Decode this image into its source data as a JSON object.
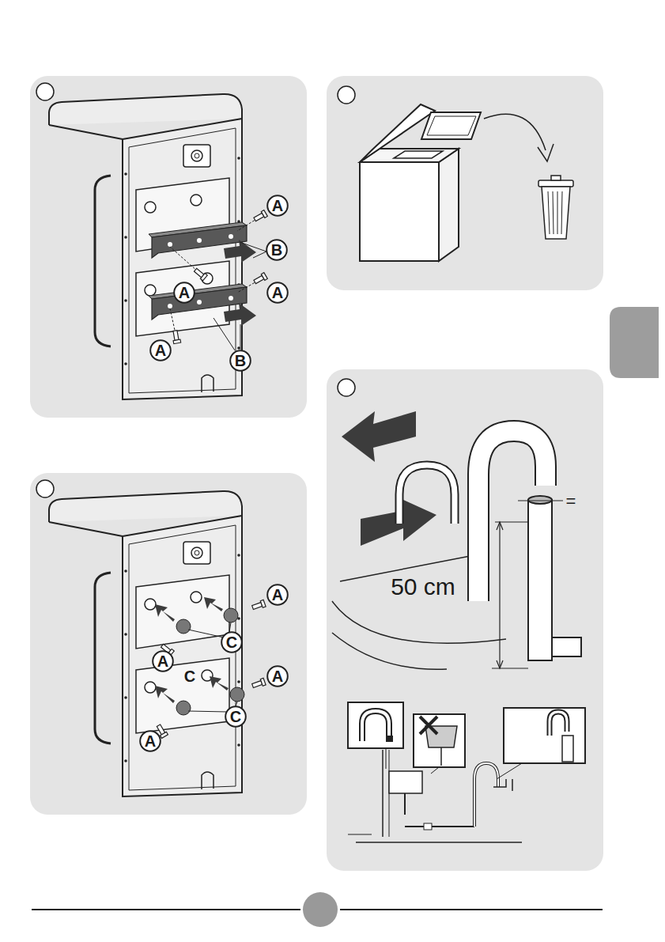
{
  "diagram": {
    "nodes": [
      {
        "text": [
          "A"
        ]
      },
      {
        "text": [
          "B"
        ]
      },
      {
        "text": [
          "A"
        ]
      },
      {
        "text": [
          "A"
        ]
      },
      {
        "text": [
          "A"
        ]
      },
      {
        "text": [
          "B"
        ]
      },
      {
        "text": [
          "A"
        ]
      },
      {
        "text": [
          "C"
        ]
      },
      {
        "text": [
          "A"
        ]
      },
      {
        "text": [
          "A"
        ]
      },
      {
        "text": [
          "C"
        ]
      },
      {
        "text": [
          "A"
        ]
      }
    ],
    "labels": [
      "C",
      "=",
      "50 cm"
    ]
  }
}
